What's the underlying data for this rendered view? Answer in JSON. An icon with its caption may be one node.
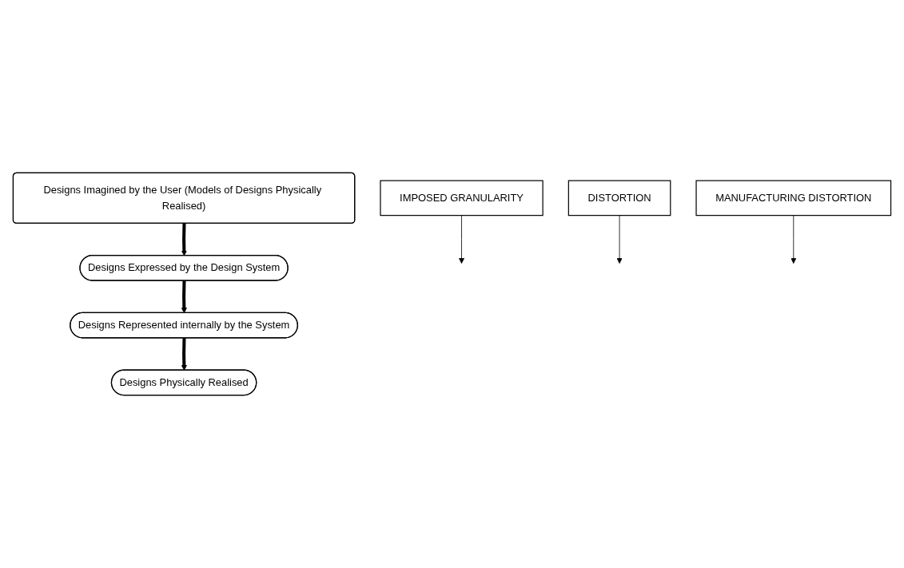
{
  "diagram": {
    "nodes": [
      {
        "text": [
          "Designs Imagined by the User (Models of Designs Physically Realised)"
        ]
      },
      {
        "text": [
          "IMPOSED GRANULARITY"
        ]
      },
      {
        "text": [
          "Designs Expressed by the Design System"
        ]
      },
      {
        "text": [
          "DISTORTION"
        ]
      },
      {
        "text": [
          "Designs Represented internally by the System"
        ]
      },
      {
        "text": [
          "MANUFACTURING DISTORTION"
        ]
      },
      {
        "text": [
          "Designs Physically Realised"
        ]
      }
    ],
    "edges": [
      {
        "from": 0,
        "to": 2,
        "arrow": "to",
        "style": "thick"
      },
      {
        "from": 1,
        "to": null,
        "arrow": "to"
      },
      {
        "from": 2,
        "to": 4,
        "arrow": "to",
        "style": "thick"
      },
      {
        "from": 3,
        "to": null,
        "arrow": "to"
      },
      {
        "from": 4,
        "to": 6,
        "arrow": "to",
        "style": "thick"
      },
      {
        "from": 5,
        "to": null,
        "arrow": "to"
      }
    ]
  }
}
